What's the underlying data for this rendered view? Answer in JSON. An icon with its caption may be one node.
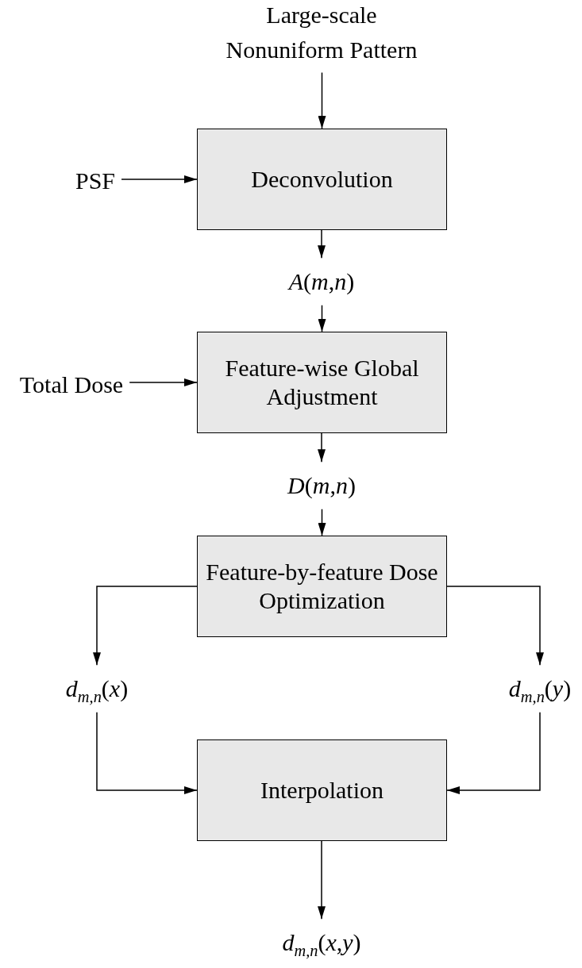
{
  "diagram": {
    "nodes": [
      {
        "text": [
          "Large-scale Nonuniform Pattern"
        ]
      },
      {
        "text": [
          "PSF"
        ]
      },
      {
        "text": [
          "Deconvolution"
        ]
      },
      {
        "text": [
          "*A*(*m*,*n*)"
        ]
      },
      {
        "text": [
          "Feature-wise Global Adjustment"
        ]
      },
      {
        "text": [
          "Total Dose"
        ]
      },
      {
        "text": [
          "*D*(*m*,*n*)"
        ]
      },
      {
        "text": [
          "Feature-by-feature Dose Optimization"
        ]
      },
      {
        "text": [
          "*d*$_{m,n}$(*x*)"
        ]
      },
      {
        "text": [
          "*d*$_{m,n}$(*y*)"
        ]
      },
      {
        "text": [
          "Interpolation"
        ]
      },
      {
        "text": [
          "*d*$_{m,n}$(*x*,*y*)"
        ]
      }
    ],
    "edges": [
      {
        "from": 0,
        "to": 2,
        "arrow": "to"
      },
      {
        "from": 1,
        "to": 2,
        "arrow": "to"
      },
      {
        "from": 2,
        "to": 3,
        "arrow": "to"
      },
      {
        "from": 3,
        "to": 4,
        "arrow": "to"
      },
      {
        "from": 5,
        "to": 4,
        "arrow": "to"
      },
      {
        "from": 4,
        "to": 6,
        "arrow": "to"
      },
      {
        "from": 6,
        "to": 7,
        "arrow": "to"
      },
      {
        "from": 7,
        "to": 8,
        "arrow": "to"
      },
      {
        "from": 7,
        "to": 9,
        "arrow": "to"
      },
      {
        "from": 8,
        "to": 10,
        "arrow": "to"
      },
      {
        "from": 9,
        "to": 10,
        "arrow": "to"
      },
      {
        "from": 10,
        "to": 11,
        "arrow": "to"
      }
    ]
  }
}
